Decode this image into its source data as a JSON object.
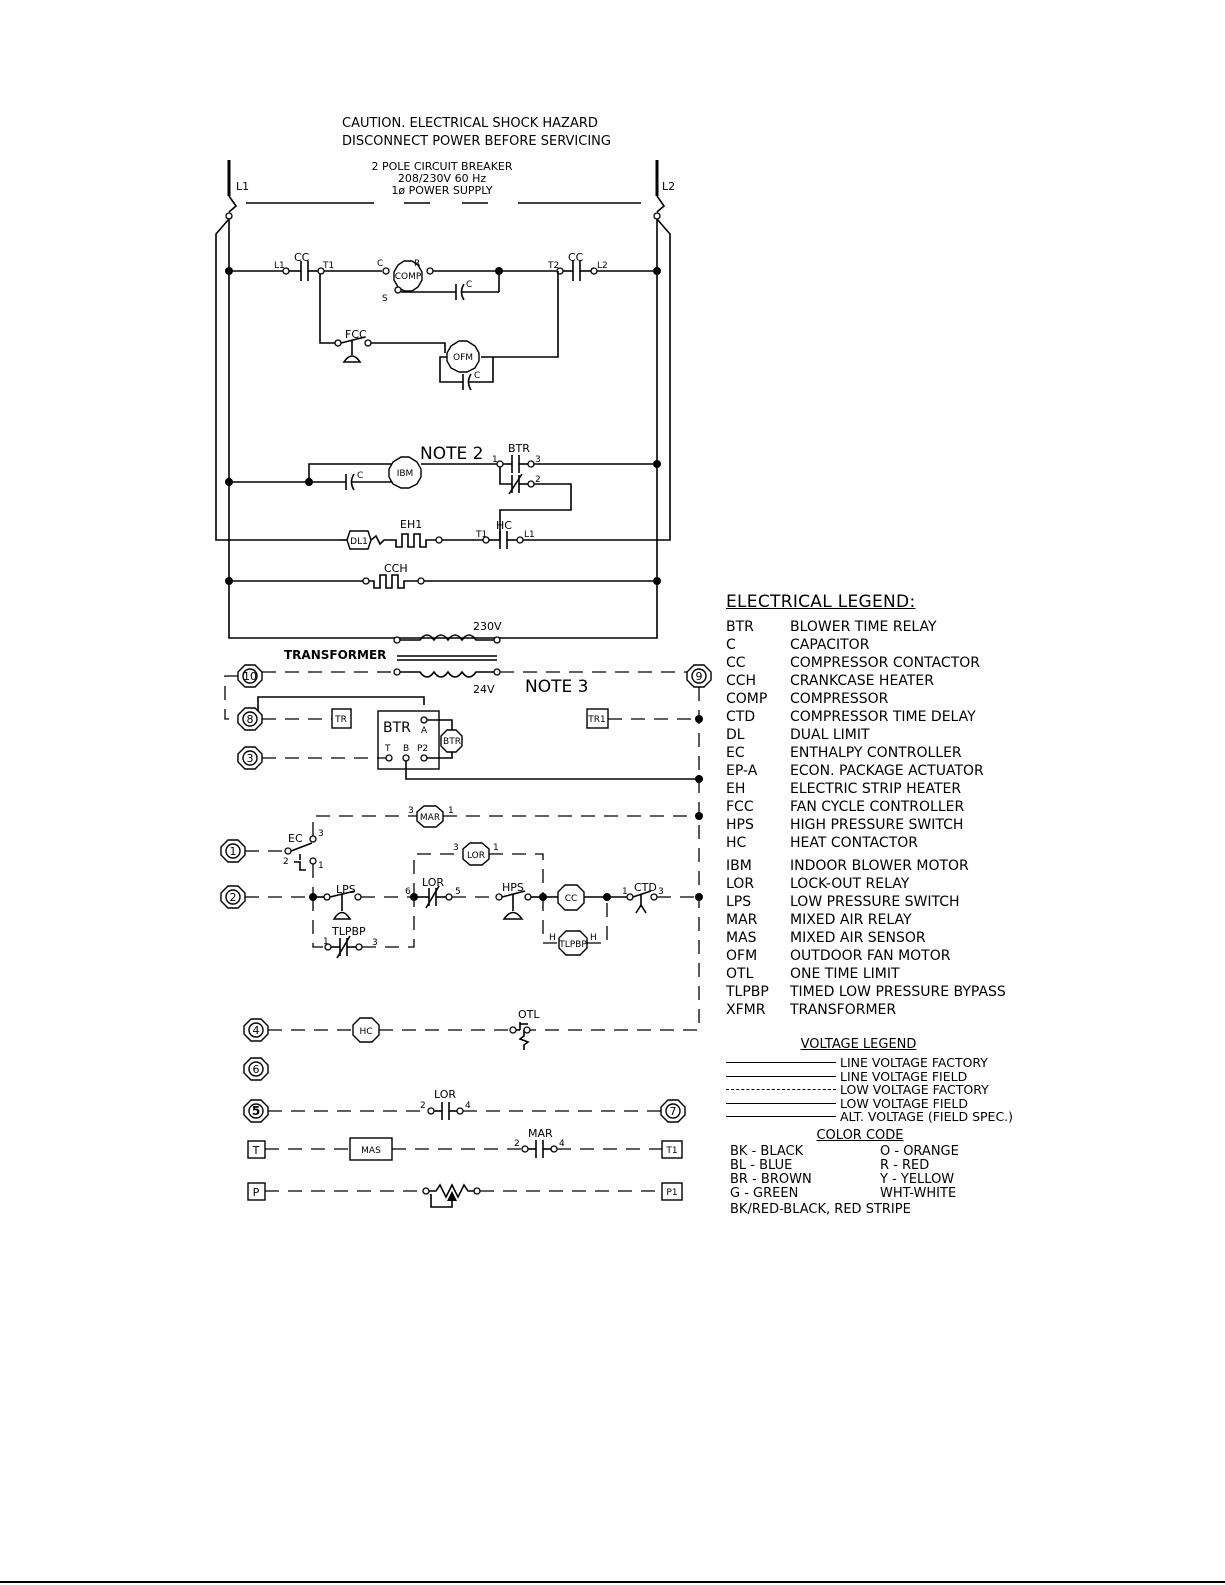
{
  "caution": {
    "line1": "CAUTION. ELECTRICAL SHOCK HAZARD",
    "line2": "DISCONNECT POWER BEFORE SERVICING"
  },
  "power": {
    "line1": "2 POLE CIRCUIT BREAKER",
    "line2": "208/230V 60 Hz",
    "line3": "1ø POWER SUPPLY",
    "l1": "L1",
    "l2": "L2"
  },
  "labels": {
    "cc": "CC",
    "l1": "L1",
    "t1": "T1",
    "t2": "T2",
    "l2": "L2",
    "c": "C",
    "r": "R",
    "s": "S",
    "comp": "COMP",
    "fcc": "FCC",
    "ofm": "OFM",
    "ibm": "IBM",
    "btr": "BTR",
    "hc": "HC",
    "dl1": "DL1",
    "eh1": "EH1",
    "cch": "CCH",
    "v230": "230V",
    "v24": "24V",
    "transformer": "TRANSFORMER",
    "tr": "TR",
    "tr1": "TR1",
    "a": "A",
    "t": "T",
    "b": "B",
    "p2": "P2",
    "mar": "MAR",
    "ec": "EC",
    "lor": "LOR",
    "lps": "LPS",
    "hps": "HPS",
    "ctd": "CTD",
    "tlpbp": "TLPBP",
    "h": "H",
    "otl": "OTL",
    "mas": "MAS",
    "p": "P",
    "p1": "P1",
    "n1": "1",
    "n2": "2",
    "n3": "3",
    "n4": "4",
    "n5": "5",
    "n6": "6"
  },
  "notes": {
    "note2": "NOTE 2",
    "note3": "NOTE 3"
  },
  "terminals": [
    "10",
    "9",
    "8",
    "3",
    "1",
    "2",
    "4",
    "6",
    "5",
    "7"
  ],
  "legend": {
    "title": "ELECTRICAL LEGEND:",
    "items": [
      {
        "code": "BTR",
        "desc": "BLOWER TIME RELAY"
      },
      {
        "code": "C",
        "desc": "CAPACITOR"
      },
      {
        "code": "CC",
        "desc": "COMPRESSOR CONTACTOR"
      },
      {
        "code": "CCH",
        "desc": "CRANKCASE HEATER"
      },
      {
        "code": "COMP",
        "desc": "COMPRESSOR"
      },
      {
        "code": "CTD",
        "desc": "COMPRESSOR TIME DELAY"
      },
      {
        "code": "DL",
        "desc": "DUAL LIMIT"
      },
      {
        "code": "EC",
        "desc": "ENTHALPY CONTROLLER"
      },
      {
        "code": "EP-A",
        "desc": "ECON. PACKAGE ACTUATOR"
      },
      {
        "code": "EH",
        "desc": "ELECTRIC STRIP HEATER"
      },
      {
        "code": "FCC",
        "desc": "FAN CYCLE CONTROLLER"
      },
      {
        "code": "HPS",
        "desc": "HIGH PRESSURE SWITCH"
      },
      {
        "code": "HC",
        "desc": "HEAT CONTACTOR"
      },
      {
        "code": "IBM",
        "desc": "INDOOR BLOWER MOTOR"
      },
      {
        "code": "LOR",
        "desc": "LOCK-OUT RELAY"
      },
      {
        "code": "LPS",
        "desc": "LOW PRESSURE SWITCH"
      },
      {
        "code": "MAR",
        "desc": "MIXED AIR RELAY"
      },
      {
        "code": "MAS",
        "desc": "MIXED AIR SENSOR"
      },
      {
        "code": "OFM",
        "desc": "OUTDOOR FAN MOTOR"
      },
      {
        "code": "OTL",
        "desc": "ONE TIME LIMIT"
      },
      {
        "code": "TLPBP",
        "desc": "TIMED LOW PRESSURE BYPASS"
      },
      {
        "code": "XFMR",
        "desc": "TRANSFORMER"
      }
    ]
  },
  "voltage_legend": {
    "title": "VOLTAGE LEGEND",
    "items": [
      {
        "style": "solid",
        "label": "LINE VOLTAGE FACTORY"
      },
      {
        "style": "solid",
        "label": "LINE VOLTAGE FIELD"
      },
      {
        "style": "dash",
        "label": "LOW VOLTAGE FACTORY"
      },
      {
        "style": "solid",
        "label": "LOW VOLTAGE FIELD"
      },
      {
        "style": "solid",
        "label": "ALT. VOLTAGE (FIELD SPEC.)"
      }
    ]
  },
  "color_code": {
    "title": "COLOR CODE",
    "left": [
      "BK - BLACK",
      "BL - BLUE",
      "BR - BROWN",
      "G - GREEN"
    ],
    "right": [
      "O - ORANGE",
      "R - RED",
      "Y - YELLOW",
      "WHT-WHITE"
    ],
    "wide": "BK/RED-BLACK, RED STRIPE"
  }
}
